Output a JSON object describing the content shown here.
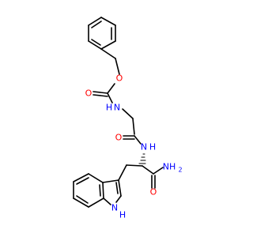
{
  "colors": {
    "carbon": "#000000",
    "oxygen": "#FF0000",
    "nitrogen": "#0000FF",
    "background": "#FFFFFF"
  },
  "atoms": {
    "o_ester": "O",
    "o_carbamate": "O",
    "nh_carbamate": "H",
    "n_carbamate": "N",
    "o_amide1": "O",
    "nh_amide1": "N",
    "h_amide1": "H",
    "nh2_amide": "NH",
    "nh2_sub": "2",
    "o_amide2": "O",
    "n_indole": "N",
    "h_indole": "H"
  }
}
